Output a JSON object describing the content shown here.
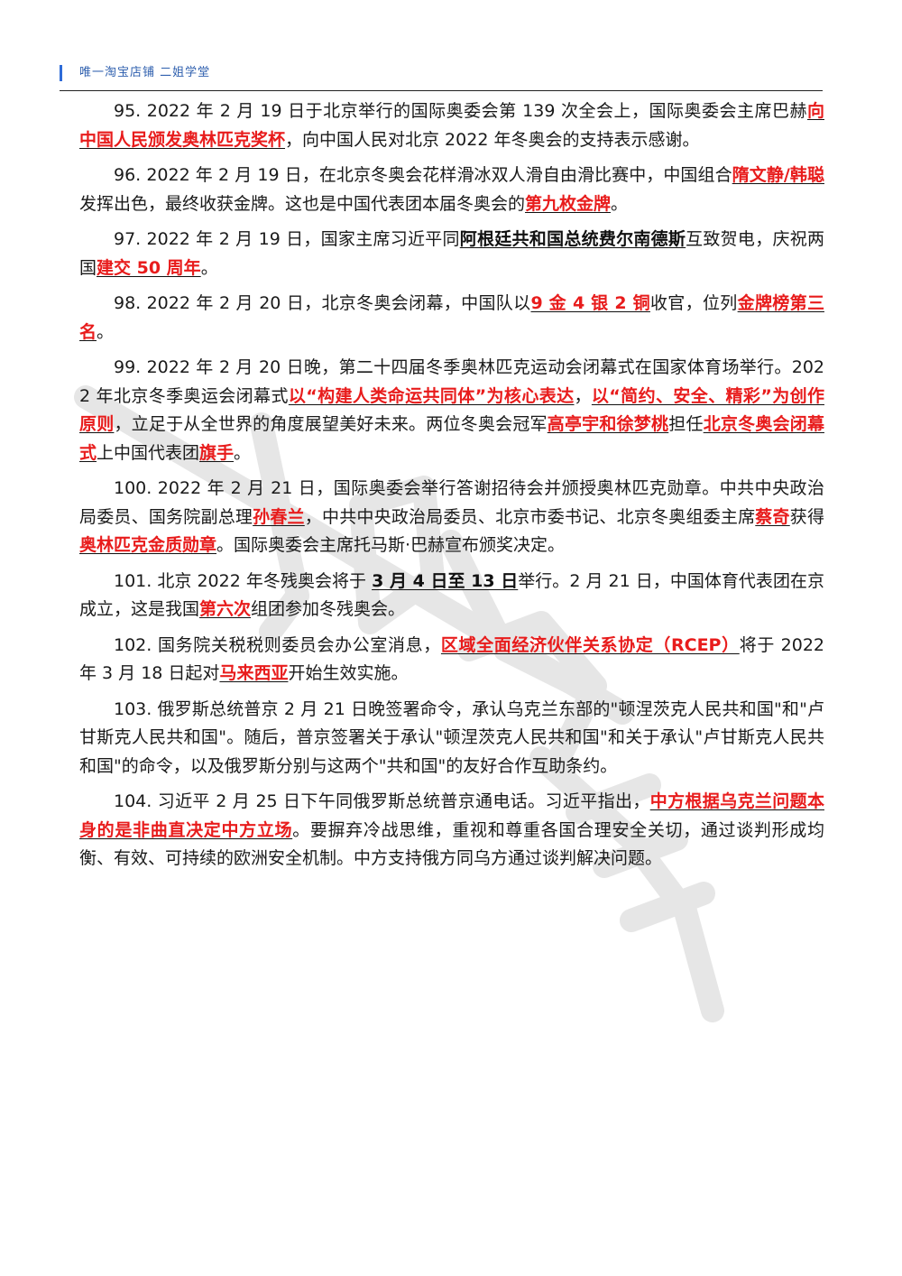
{
  "header": {
    "text": "唯一淘宝店铺   二姐学堂"
  },
  "items": [
    {
      "id": "95",
      "segments": [
        {
          "t": "95. 2022 年 2 月 19 日于北京举行的国际奥委会第 139 次全会上，国际奥委会主席巴赫"
        },
        {
          "t": "向中国人民颁发奥林匹克奖杯",
          "s": "hl"
        },
        {
          "t": "，向中国人民对北京 2022 年冬奥会的支持表示感谢。"
        }
      ]
    },
    {
      "id": "96",
      "segments": [
        {
          "t": "96. 2022 年 2 月 19 日，在北京冬奥会花样滑冰双人滑自由滑比赛中，中国组合"
        },
        {
          "t": "隋文静/韩聪",
          "s": "hl"
        },
        {
          "t": "发挥出色，最终收获金牌。这也是中国代表团本届冬奥会的"
        },
        {
          "t": "第九枚金牌",
          "s": "hl"
        },
        {
          "t": "。"
        }
      ]
    },
    {
      "id": "97",
      "segments": [
        {
          "t": "97. 2022 年 2 月 19 日，国家主席习近平同"
        },
        {
          "t": "阿根廷共和国总统费尔南德斯",
          "s": "bk"
        },
        {
          "t": "互致贺电，庆祝两国"
        },
        {
          "t": "建交 50 周年",
          "s": "hl"
        },
        {
          "t": "。"
        }
      ]
    },
    {
      "id": "98",
      "segments": [
        {
          "t": "98. 2022 年 2 月 20 日，北京冬奥会闭幕，中国队以"
        },
        {
          "t": "9 金 4 银 2 铜",
          "s": "hl"
        },
        {
          "t": "收官，位列"
        },
        {
          "t": "金牌榜第三名",
          "s": "hl"
        },
        {
          "t": "。"
        }
      ]
    },
    {
      "id": "99",
      "segments": [
        {
          "t": "99. 2022 年 2 月 20 日晚，第二十四届冬季奥林匹克运动会闭幕式在国家体育场举行。2022 年北京冬季奥运会闭幕式"
        },
        {
          "t": "以“构建人类命运共同体”为核心表达",
          "s": "hl"
        },
        {
          "t": "，"
        },
        {
          "t": "以“简约、安全、精彩”为创作原则",
          "s": "hl"
        },
        {
          "t": "，立足于从全世界的角度展望美好未来。两位冬奥会冠军"
        },
        {
          "t": "高亭宇和徐梦桃",
          "s": "hl"
        },
        {
          "t": "担任"
        },
        {
          "t": "北京冬奥会闭幕式",
          "s": "hl"
        },
        {
          "t": "上中国代表团"
        },
        {
          "t": "旗手",
          "s": "hl"
        },
        {
          "t": "。"
        }
      ]
    },
    {
      "id": "100",
      "segments": [
        {
          "t": "100. 2022 年 2 月 21 日，国际奥委会举行答谢招待会并颁授奥林匹克勋章。中共中央政治局委员、国务院副总理"
        },
        {
          "t": "孙春兰",
          "s": "hl"
        },
        {
          "t": "，中共中央政治局委员、北京市委书记、北京冬奥组委主席"
        },
        {
          "t": "蔡奇",
          "s": "hl"
        },
        {
          "t": "获得"
        },
        {
          "t": "奥林匹克金质勋章",
          "s": "hl"
        },
        {
          "t": "。国际奥委会主席托马斯·巴赫宣布颁奖决定。"
        }
      ]
    },
    {
      "id": "101",
      "segments": [
        {
          "t": "101. 北京 2022 年冬残奥会将于 "
        },
        {
          "t": "3 月 4 日至 13 日",
          "s": "bk"
        },
        {
          "t": "举行。2 月 21 日，中国体育代表团在京成立，这是我国"
        },
        {
          "t": "第六次",
          "s": "hl"
        },
        {
          "t": "组团参加冬残奥会。"
        }
      ]
    },
    {
      "id": "102",
      "segments": [
        {
          "t": "102. 国务院关税税则委员会办公室消息，"
        },
        {
          "t": "区域全面经济伙伴关系协定（RCEP）",
          "s": "hl"
        },
        {
          "t": "将于 2022 年 3 月 18 日起对"
        },
        {
          "t": "马来西亚",
          "s": "hl"
        },
        {
          "t": "开始生效实施。"
        }
      ]
    },
    {
      "id": "103",
      "segments": [
        {
          "t": "103. 俄罗斯总统普京 2 月 21 日晚签署命令，承认乌克兰东部的\"顿涅茨克人民共和国\"和\"卢甘斯克人民共和国\"。随后，普京签署关于承认\"顿涅茨克人民共和国\"和关于承认\"卢甘斯克人民共和国\"的命令，以及俄罗斯分别与这两个\"共和国\"的友好合作互助条约。"
        }
      ]
    },
    {
      "id": "104",
      "segments": [
        {
          "t": "104. 习近平 2 月 25 日下午同俄罗斯总统普京通电话。习近平指出，"
        },
        {
          "t": "中方根据乌克兰问题本身的是非曲直决定中方立场",
          "s": "hl"
        },
        {
          "t": "。要摒弃冷战思维，重视和尊重各国合理安全关切，通过谈判形成均衡、有效、可持续的欧洲安全机制。中方支持俄方同乌方通过谈判解决问题。"
        }
      ]
    }
  ]
}
